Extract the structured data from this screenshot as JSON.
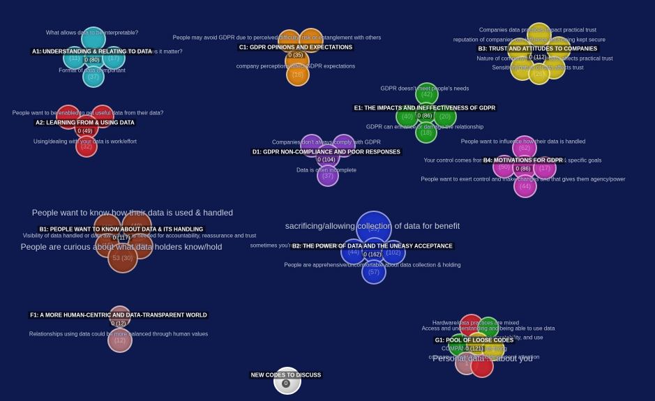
{
  "clusters": [
    {
      "id": "a1",
      "label": "A1: UNDERSTANDING & RELATING TO DATA",
      "count": "0 (80)",
      "color": "#2fb8c4",
      "subs": [
        {
          "text": "What allows data to be interpretable?"
        },
        {
          "text": "What is considered 'data' (Does it matter)? Does it matter?"
        },
        {
          "text": "Format of data is important"
        }
      ],
      "bubble_marks": [
        "(11)",
        "(15)",
        "(17)",
        "(37)"
      ]
    },
    {
      "id": "c1",
      "label": "C1: GDPR OPINIONS AND EXPECTATIONS",
      "count": "0 (35)",
      "color": "#e88a12",
      "subs": [
        {
          "text": "People may avoid GDPR due to perceived difficulty, risk or entanglement with others"
        },
        {
          "text": "company perceptions affect GDPR expectations"
        }
      ],
      "bubble_marks": [
        "(16)"
      ]
    },
    {
      "id": "b3",
      "label": "B3: TRUST AND ATTITUDES TO COMPANIES",
      "count": "0 (112)",
      "color": "#d9c61d",
      "subs": [
        {
          "text": "Companies data practices impact practical trust"
        },
        {
          "text": "reputation of companies can influence data being kept secure"
        },
        {
          "text": "Nature of company/its use of data affects practical trust"
        },
        {
          "text": "Sensitivity/nature of data affects trust"
        }
      ],
      "bubble_marks": [
        "(22)",
        "(26)"
      ]
    },
    {
      "id": "a2",
      "label": "A2: LEARNING FROM & USING DATA",
      "count": "0 (49)",
      "color": "#d4262e",
      "subs": [
        {
          "text": "People want to be enabled to get useful data from their data?"
        },
        {
          "text": "Using/dealing with your data is work/effort"
        }
      ],
      "bubble_marks": [
        "(32)"
      ]
    },
    {
      "id": "e1",
      "label": "E1: THE IMPACTS AND INEFFECTIVENESS OF GDPR",
      "count": "0 (86)",
      "color": "#1fa31f",
      "subs": [
        {
          "text": "GDPR doesn't meet people's needs"
        },
        {
          "text": "GDPR can enhance or damage the relationship"
        }
      ],
      "bubble_marks": [
        "(42)",
        "(40)",
        "(20)",
        "(18)"
      ]
    },
    {
      "id": "d1",
      "label": "D1: GDPR NON-COMPLIANCE AND POOR RESPONSES",
      "count": "0 (104)",
      "color": "#8a43c9",
      "subs": [
        {
          "text": "Companies don't always comply with GDPR"
        },
        {
          "text": "Data is often incomplete"
        }
      ],
      "bubble_marks": [
        "(37)"
      ]
    },
    {
      "id": "b4",
      "label": "B4: MOTIVATIONS FOR GDPR",
      "count": "0 (86)",
      "color": "#cc3bb8",
      "subs": [
        {
          "text": "People want to influence how their data is handled"
        },
        {
          "text": "Your control comes from your ability to use it for interest & specific goals"
        },
        {
          "text": "People want to exert control and make changes and that gives them agency/power"
        }
      ],
      "bubble_marks": [
        "(62)",
        "(50)",
        "(17)",
        "(44)"
      ]
    },
    {
      "id": "b1",
      "label": "B1: PEOPLE WANT TO KNOW ABOUT DATA & ITS HANDLING",
      "count": "0 (117)",
      "color": "#8f3b20",
      "subs": [
        {
          "text": "People want to know how their data is used & handled",
          "big": true
        },
        {
          "text": "Visibility of data handled or data awareness is needed for accountability, reassurance and trust"
        },
        {
          "text": "People are curious about what data holders know/hold",
          "big": true
        }
      ],
      "bubble_marks": [
        "(40)",
        "(49)",
        "(15)",
        "(33)",
        "53 (30)"
      ]
    },
    {
      "id": "b2",
      "label": "B2: THE POWER OF DATA AND THE UNEASY ACCEPTANCE",
      "count": "0 (162)",
      "color": "#1d33c9",
      "subs": [
        {
          "text": "sacrificing/allowing collection of data for benefit",
          "big": true
        },
        {
          "text": "sometimes you're forced to give data"
        },
        {
          "text": "People are apprehensive/uncomfortable about data collection & holding"
        }
      ],
      "bubble_marks": [
        "(39)",
        "(44)",
        "(102)",
        "(57)"
      ]
    },
    {
      "id": "f1",
      "label": "F1: A MORE HUMAN-CENTRIC AND DATA-TRANSPARENT WORLD",
      "count": "0 (12)",
      "color": "#b97a80",
      "subs": [
        {
          "text": "Relationships using data could be more balanced through human values"
        }
      ],
      "bubble_marks": [
        "(12)"
      ]
    },
    {
      "id": "g1",
      "label": "G1: POOL OF LOOSE CODES",
      "count": "0 (121)",
      "color": "#d4262e",
      "subs": [
        {
          "text": "Hardware/data practices are mixed"
        },
        {
          "text": "Access and understanding and being able to use data"
        },
        {
          "text": "Meaning, interpretability, and use"
        },
        {
          "text": "COMPANY/... needs fixing"
        },
        {
          "text": "company power from holding users' attention"
        },
        {
          "text": "Personal data ... about you",
          "big": true
        }
      ],
      "bubble_marks": [
        "1",
        "1",
        "1"
      ]
    }
  ],
  "new_codes": {
    "label": "NEW CODES TO DISCUSS",
    "count": "0"
  }
}
